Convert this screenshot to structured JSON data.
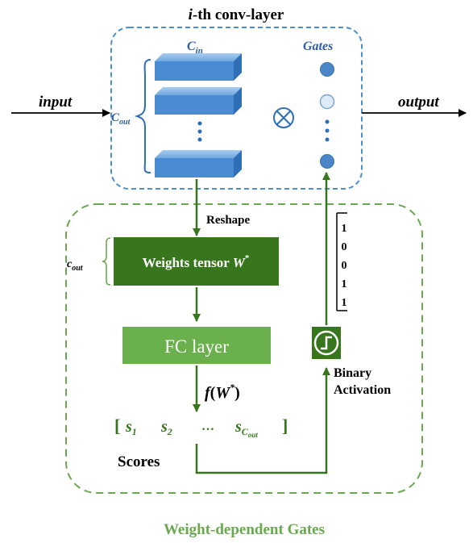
{
  "conv": {
    "title_index": "i",
    "title_rest": "-th conv-layer",
    "cin_main": "C",
    "cin_sub": "in",
    "cout_main": "C",
    "cout_sub": "out",
    "gates_label": "Gates"
  },
  "io": {
    "input": "input",
    "output": "output"
  },
  "reshape_label": "Reshape",
  "weights": {
    "label": "Weights tensor ",
    "symbol": "W",
    "star": "*",
    "cout_main": "c",
    "cout_sub": "out"
  },
  "fc": {
    "label": "FC layer"
  },
  "function": {
    "f": "f",
    "open": "(",
    "W": "W",
    "star": "*",
    "close": ")"
  },
  "scores": {
    "open": "[",
    "s1": "s",
    "s1_sub": "1",
    "s2": "s",
    "s2_sub": "2",
    "dots": "…",
    "sc": "s",
    "sc_sub": "C",
    "sc_subsub": "out",
    "close": "]",
    "label": "Scores"
  },
  "binary": {
    "line1": "Binary",
    "line2": "Activation"
  },
  "bits": [
    "1",
    "0",
    "0",
    "1",
    "1"
  ],
  "footer": "Weight-dependent Gates",
  "colors": {
    "blue_dash": "#4a90d0",
    "green_dash": "#6aa84f",
    "dark_green": "#38761d",
    "fc_green": "#6ab04c",
    "block_front": "#4a8cd4",
    "gate_blue": "#4a86c8",
    "gate_light": "#deebf7",
    "text_blue": "#2e5ca8",
    "footer_green": "#6aa84f"
  }
}
